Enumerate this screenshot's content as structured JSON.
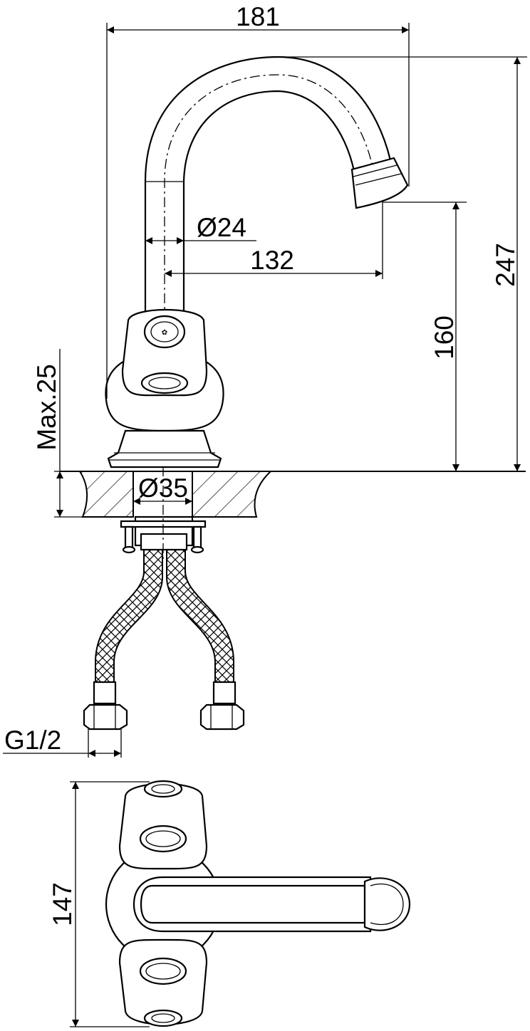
{
  "dimensions": {
    "width_total": "181",
    "height_total": "247",
    "spout_diameter": "Ø24",
    "spout_reach": "132",
    "spout_height": "160",
    "max_thickness": "Max.25",
    "hole_diameter": "Ø35",
    "thread": "G1/2",
    "top_depth": "147"
  },
  "icons": {
    "handle_cap": "tap-logo-icon",
    "hose": "braided-hose-icon",
    "counter": "hatched-counter-icon"
  }
}
